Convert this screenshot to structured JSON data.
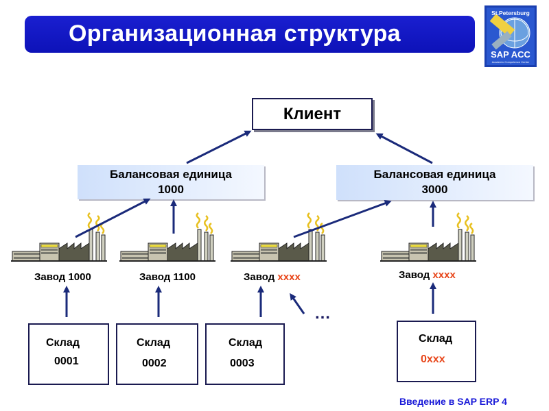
{
  "title": "Организационная структура",
  "logo": {
    "top": "St.Petersburg",
    "main": "SAP ACC",
    "sub": "Academic Competence Center"
  },
  "client": "Клиент",
  "company_codes": [
    {
      "line1": "Балансовая единица",
      "line2": "1000"
    },
    {
      "line1": "Балансовая единица",
      "line2": "3000"
    }
  ],
  "plants": [
    {
      "label": "Завод 1000",
      "suffix": ""
    },
    {
      "label": "Завод 1100",
      "suffix": ""
    },
    {
      "label": "Завод ",
      "suffix": "xxxx"
    },
    {
      "label": "Завод ",
      "suffix": "xxxx"
    }
  ],
  "warehouses": [
    {
      "label": "Склад",
      "number": "0001"
    },
    {
      "label": "Склад",
      "number": "0002"
    },
    {
      "label": "Склад",
      "number": "0003"
    },
    {
      "label": "Склад",
      "number": "0xxx"
    }
  ],
  "ellipsis": "…",
  "footer": "Введение в SAP ERP  4",
  "colors": {
    "title_bar": "#1016c8",
    "arrow": "#1a2a7a",
    "accent_red": "#e8461a",
    "footer": "#1a1ad8"
  }
}
